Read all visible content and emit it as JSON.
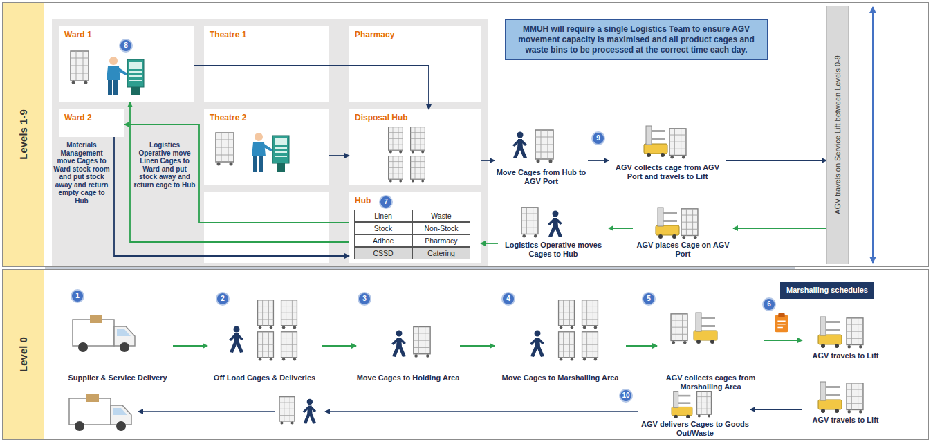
{
  "diagram": {
    "nodes": [
      {
        "text": [
          "Levels 1-9"
        ]
      },
      {
        "text": [
          "Ward 1"
        ],
        "in": 0
      },
      {
        "text": [
          "Theatre 1"
        ],
        "in": 0
      },
      {
        "text": [
          "Pharmacy"
        ],
        "in": 0
      },
      {
        "text": [
          "MMUH will require a single Logistics Team to ensure AGV movement capacity is maximised and all product cages and waste bins to be processed at the correct time each day."
        ],
        "in": 0
      },
      {
        "text": [
          "AGV travels on Service Lift between Levels 0-9"
        ],
        "in": 0
      },
      {
        "text": [
          "Ward 2"
        ],
        "in": 0
      },
      {
        "text": [
          "Theatre 2"
        ],
        "in": 0
      },
      {
        "text": [
          "Disposal Hub"
        ],
        "in": 0
      },
      {
        "text": [
          "Move Cages from Hub to AGV Port"
        ],
        "in": 0
      },
      {
        "text": [
          "AGV collects cage from AGV Port and travels to Lift"
        ],
        "in": 0
      },
      {
        "text": [
          "Hub"
        ],
        "in": 0
      },
      {
        "text": [
          "Logistics Operative moves Cages to Hub"
        ],
        "in": 0
      },
      {
        "text": [
          "AGV places Cage on AGV Port"
        ],
        "in": 0
      },
      {
        "text": [
          "Level 0"
        ]
      },
      {
        "text": [
          "Marshalling schedules"
        ],
        "in": 14
      },
      {
        "text": [
          "Supplier & Service Delivery"
        ],
        "in": 14
      },
      {
        "text": [
          "Off Load Cages & Deliveries"
        ],
        "in": 14
      },
      {
        "text": [
          "Move Cages to Holding Area"
        ],
        "in": 14
      },
      {
        "text": [
          "Move Cages to Marshalling Area"
        ],
        "in": 14
      },
      {
        "text": [
          "AGV collects cages from Marshalling Area"
        ],
        "in": 14
      },
      {
        "text": [
          "AGV travels to Lift"
        ],
        "in": 14
      },
      {
        "text": [
          "AGV travels to Lift"
        ],
        "in": 14
      },
      {
        "text": [
          "AGV delivers Cages to Goods Out/Waste"
        ],
        "in": 14
      }
    ],
    "edges": [
      {
        "from": 1,
        "to": 8,
        "arrow": "to"
      },
      {
        "from": 7,
        "to": 8,
        "arrow": "to"
      },
      {
        "from": 8,
        "to": 9,
        "arrow": "to"
      },
      {
        "from": 9,
        "to": 10,
        "arrow": "to"
      },
      {
        "from": 10,
        "to": 5,
        "arrow": "to"
      },
      {
        "from": 5,
        "to": 13,
        "arrow": "to"
      },
      {
        "from": 13,
        "to": 12,
        "arrow": "to"
      },
      {
        "from": 12,
        "to": 11,
        "arrow": "to"
      },
      {
        "from": 11,
        "to": 1,
        "arrow": "to"
      },
      {
        "from": 11,
        "to": 6,
        "arrow": "to"
      },
      {
        "from": 6,
        "to": 11,
        "arrow": "to"
      },
      {
        "from": 16,
        "to": 17,
        "arrow": "to"
      },
      {
        "from": 17,
        "to": 18,
        "arrow": "to"
      },
      {
        "from": 18,
        "to": 19,
        "arrow": "to"
      },
      {
        "from": 19,
        "to": 20,
        "arrow": "to"
      },
      {
        "from": 20,
        "to": 21,
        "arrow": "to"
      },
      {
        "from": 22,
        "to": 23,
        "arrow": "to"
      }
    ],
    "labels": [
      "Materials Management move Cages to Ward stock room and put stock away and return empty cage to Hub",
      "Logistics Operative move Linen Cages to Ward and put stock away and return cage to Hub",
      "Linen",
      "Waste",
      "Stock",
      "Non-Stock",
      "Adhoc",
      "Pharmacy",
      "CSSD",
      "Catering",
      "8",
      "7",
      "9",
      "1",
      "2",
      "3",
      "4",
      "5",
      "6",
      "10"
    ]
  }
}
